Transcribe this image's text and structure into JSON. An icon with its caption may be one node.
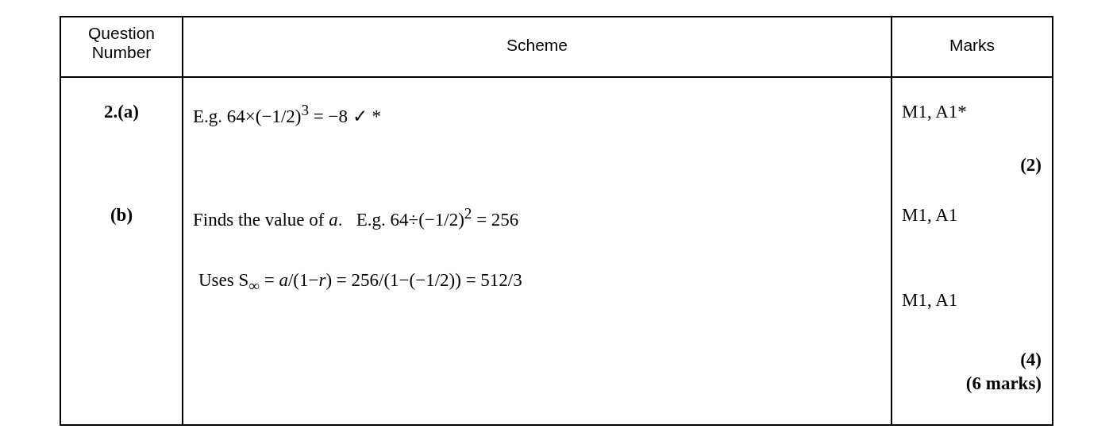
{
  "diagram": {
    "labels": [
      "Question Number",
      "Scheme",
      "Marks",
      "2.(a)",
      "E.g. 64×(−1/2)$^{3}$ = −8 ✓ *",
      "M1, A1*",
      "(2)",
      "(b)",
      "Finds the value of *a*.   E.g. 64÷(−1/2)$^{2}$ = 256",
      "M1, A1",
      "Uses S$_{∞}$ = *a*/(1−*r*) = 256/(1−(−1/2)) = 512/3",
      "M1, A1",
      "(4)",
      "(6 marks)"
    ]
  }
}
